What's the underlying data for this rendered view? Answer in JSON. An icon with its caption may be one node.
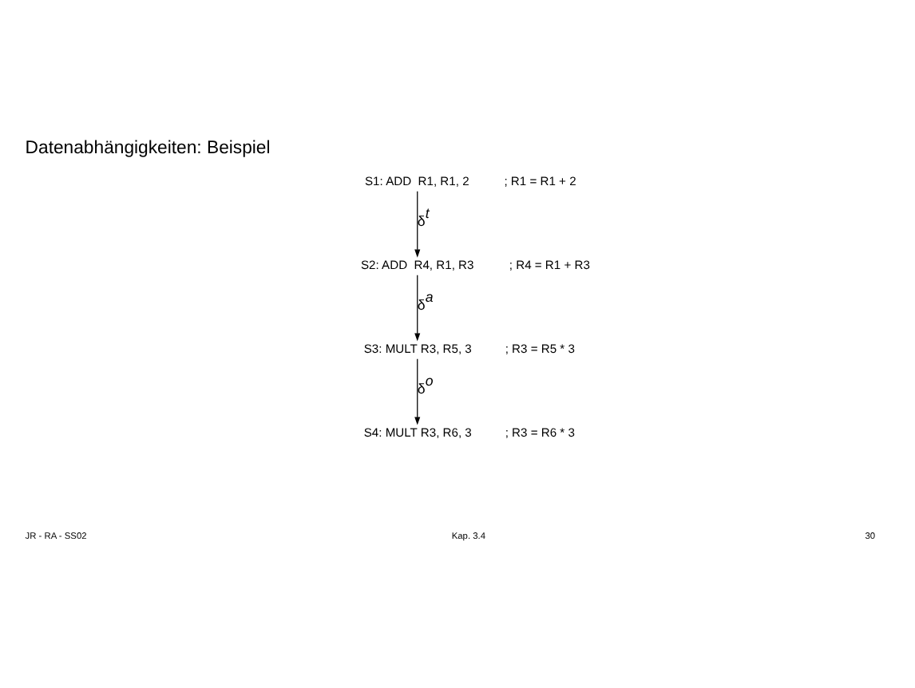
{
  "diagram": {
    "title": "Datenabhängigkeiten: Beispiel",
    "nodes": [
      {
        "text": [
          "S1: ADD  R1, R1, 2"
        ],
        "beside": [
          "; R1 = R1 + 2"
        ]
      },
      {
        "text": [
          "S2: ADD  R4, R1, R3"
        ],
        "beside": [
          "; R4 = R1 + R3"
        ]
      },
      {
        "text": [
          "S3: MULT R3, R5, 3"
        ],
        "beside": [
          "; R3 = R5 * 3"
        ]
      },
      {
        "text": [
          "S4: MULT R3, R6, 3"
        ],
        "beside": [
          "; R3 = R6 * 3"
        ]
      }
    ],
    "edges": [
      {
        "from": 0,
        "to": 1,
        "arrow": "to",
        "label": "δ$^{t}$"
      },
      {
        "from": 1,
        "to": 2,
        "arrow": "to",
        "label": "δ$^{a}$"
      },
      {
        "from": 2,
        "to": 3,
        "arrow": "to",
        "label": "δ$^{o}$"
      }
    ],
    "labels": [
      "JR - RA - SS02",
      "Kap. 3.4",
      "30"
    ]
  }
}
